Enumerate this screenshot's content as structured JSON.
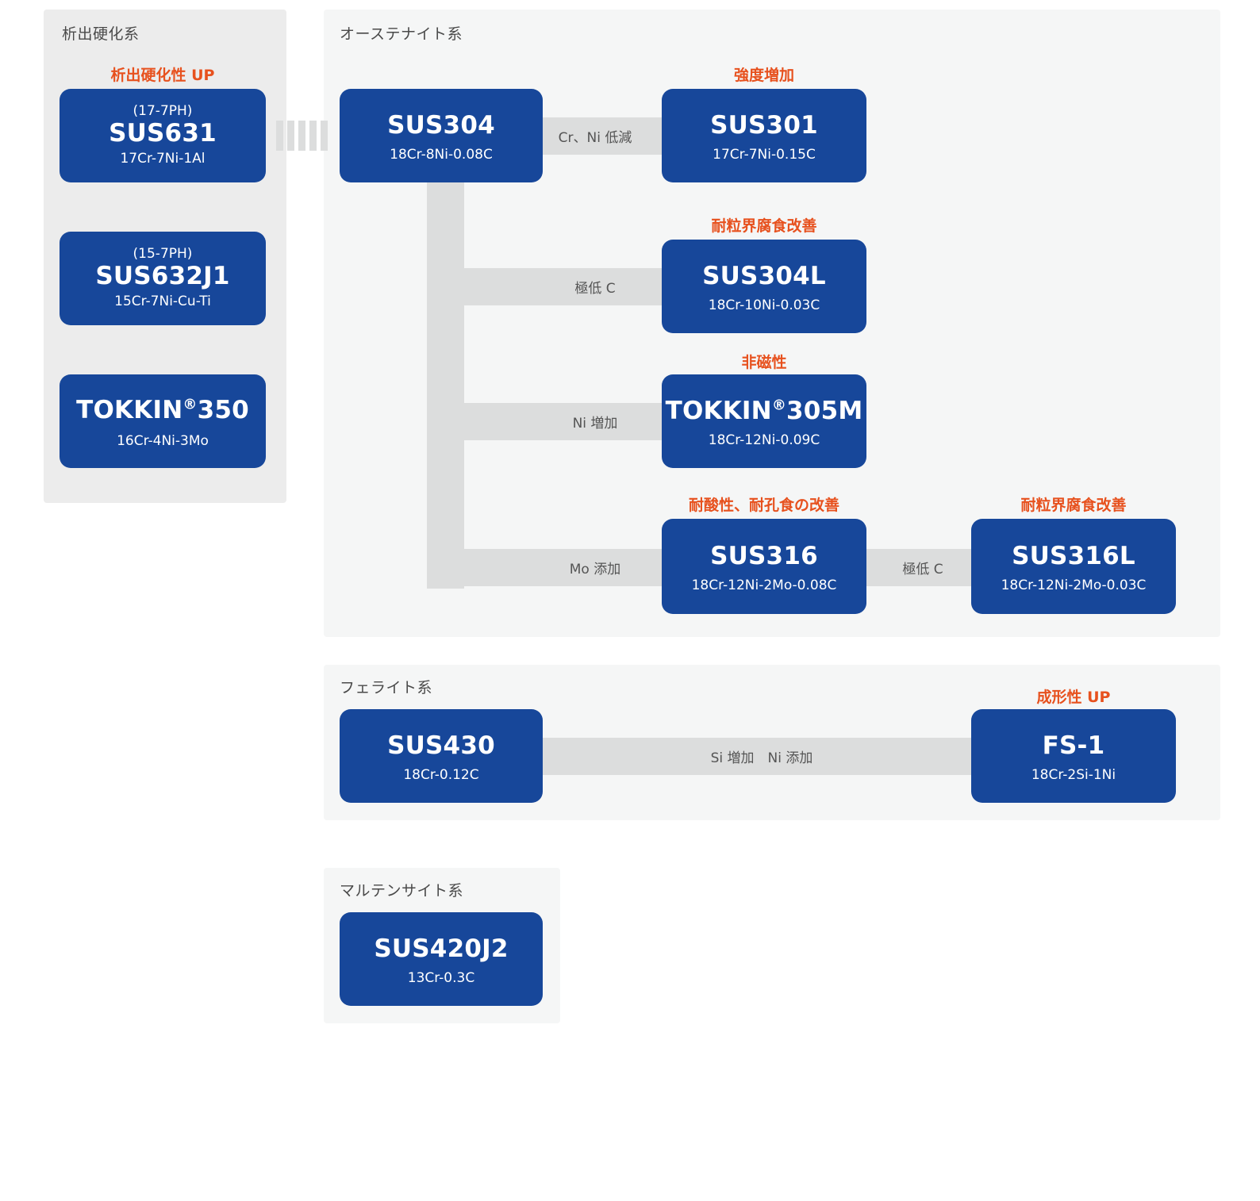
{
  "groups": [
    {
      "key": "precipitation",
      "title": "析出硬化系",
      "boxes": [
        {
          "caption": "析出硬化性 UP",
          "pre": "(17-7PH)",
          "name": "SUS631",
          "sub": "17Cr-7Ni-1Al"
        },
        {
          "caption": "",
          "pre": "(15-7PH)",
          "name": "SUS632J1",
          "sub": "15Cr-7Ni-Cu-Ti"
        },
        {
          "caption": "",
          "pre": "",
          "name": "TOKKIN®350",
          "sub": "16Cr-4Ni-3Mo"
        }
      ]
    },
    {
      "key": "austenite",
      "title": "オーステナイト系",
      "boxes": [
        {
          "caption": "",
          "pre": "",
          "name": "SUS304",
          "sub": "18Cr-8Ni-0.08C"
        },
        {
          "caption": "強度増加",
          "pre": "",
          "name": "SUS301",
          "sub": "17Cr-7Ni-0.15C"
        },
        {
          "caption": "耐粒界腐食改善",
          "pre": "",
          "name": "SUS304L",
          "sub": "18Cr-10Ni-0.03C"
        },
        {
          "caption": "非磁性",
          "pre": "",
          "name": "TOKKIN®305M",
          "sub": "18Cr-12Ni-0.09C"
        },
        {
          "caption": "耐酸性、耐孔食の改善",
          "pre": "",
          "name": "SUS316",
          "sub": "18Cr-12Ni-2Mo-0.08C"
        },
        {
          "caption": "耐粒界腐食改善",
          "pre": "",
          "name": "SUS316L",
          "sub": "18Cr-12Ni-2Mo-0.03C"
        }
      ],
      "edge_labels": [
        "Cr、Ni 低減",
        "極低 C",
        "Ni 増加",
        "Mo 添加",
        "極低 C"
      ]
    },
    {
      "key": "ferrite",
      "title": "フェライト系",
      "boxes": [
        {
          "caption": "",
          "pre": "",
          "name": "SUS430",
          "sub": "18Cr-0.12C"
        },
        {
          "caption": "成形性 UP",
          "pre": "",
          "name": "FS-1",
          "sub": "18Cr-2Si-1Ni"
        }
      ],
      "edge_labels": [
        "Si 増加　Ni 添加"
      ]
    },
    {
      "key": "martensite",
      "title": "マルテンサイト系",
      "boxes": [
        {
          "caption": "",
          "pre": "",
          "name": "SUS420J2",
          "sub": "13Cr-0.3C"
        }
      ]
    }
  ],
  "colors": {
    "box_blue": "#17479A",
    "caption_orange": "#E7511E",
    "connector_gray": "#DCDDDD",
    "panel_gray_light": "#F5F6F6",
    "panel_gray": "#ECECEC",
    "title_text": "#4a4a4a"
  }
}
